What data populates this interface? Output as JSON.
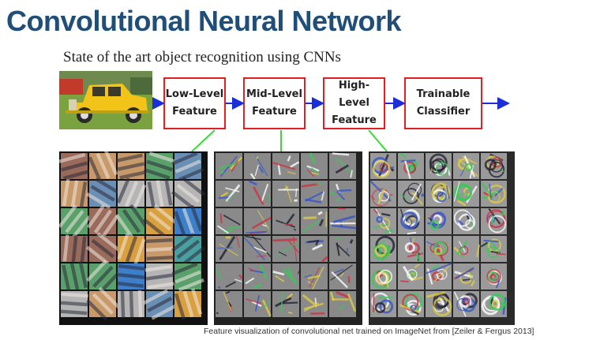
{
  "slide": {
    "title": "Convolutional Neural Network",
    "subtitle": "State of the art object recognition using CNNs",
    "caption": "Feature visualization of convolutional net trained on ImageNet from [Zeiler & Fergus 2013]"
  },
  "pipeline": {
    "input": "car-photo",
    "stages": [
      {
        "label": "Low-Level\nFeature"
      },
      {
        "label": "Mid-Level\nFeature"
      },
      {
        "label": "High-Level\nFeature"
      },
      {
        "label": "Trainable\nClassifier"
      }
    ]
  },
  "colors": {
    "title": "#1f4e79",
    "box_border": "#e02020",
    "arrow": "#1a2fd8",
    "connector": "#33dd33"
  },
  "panels": [
    "low-level-filters",
    "mid-level-filters",
    "high-level-filters"
  ]
}
